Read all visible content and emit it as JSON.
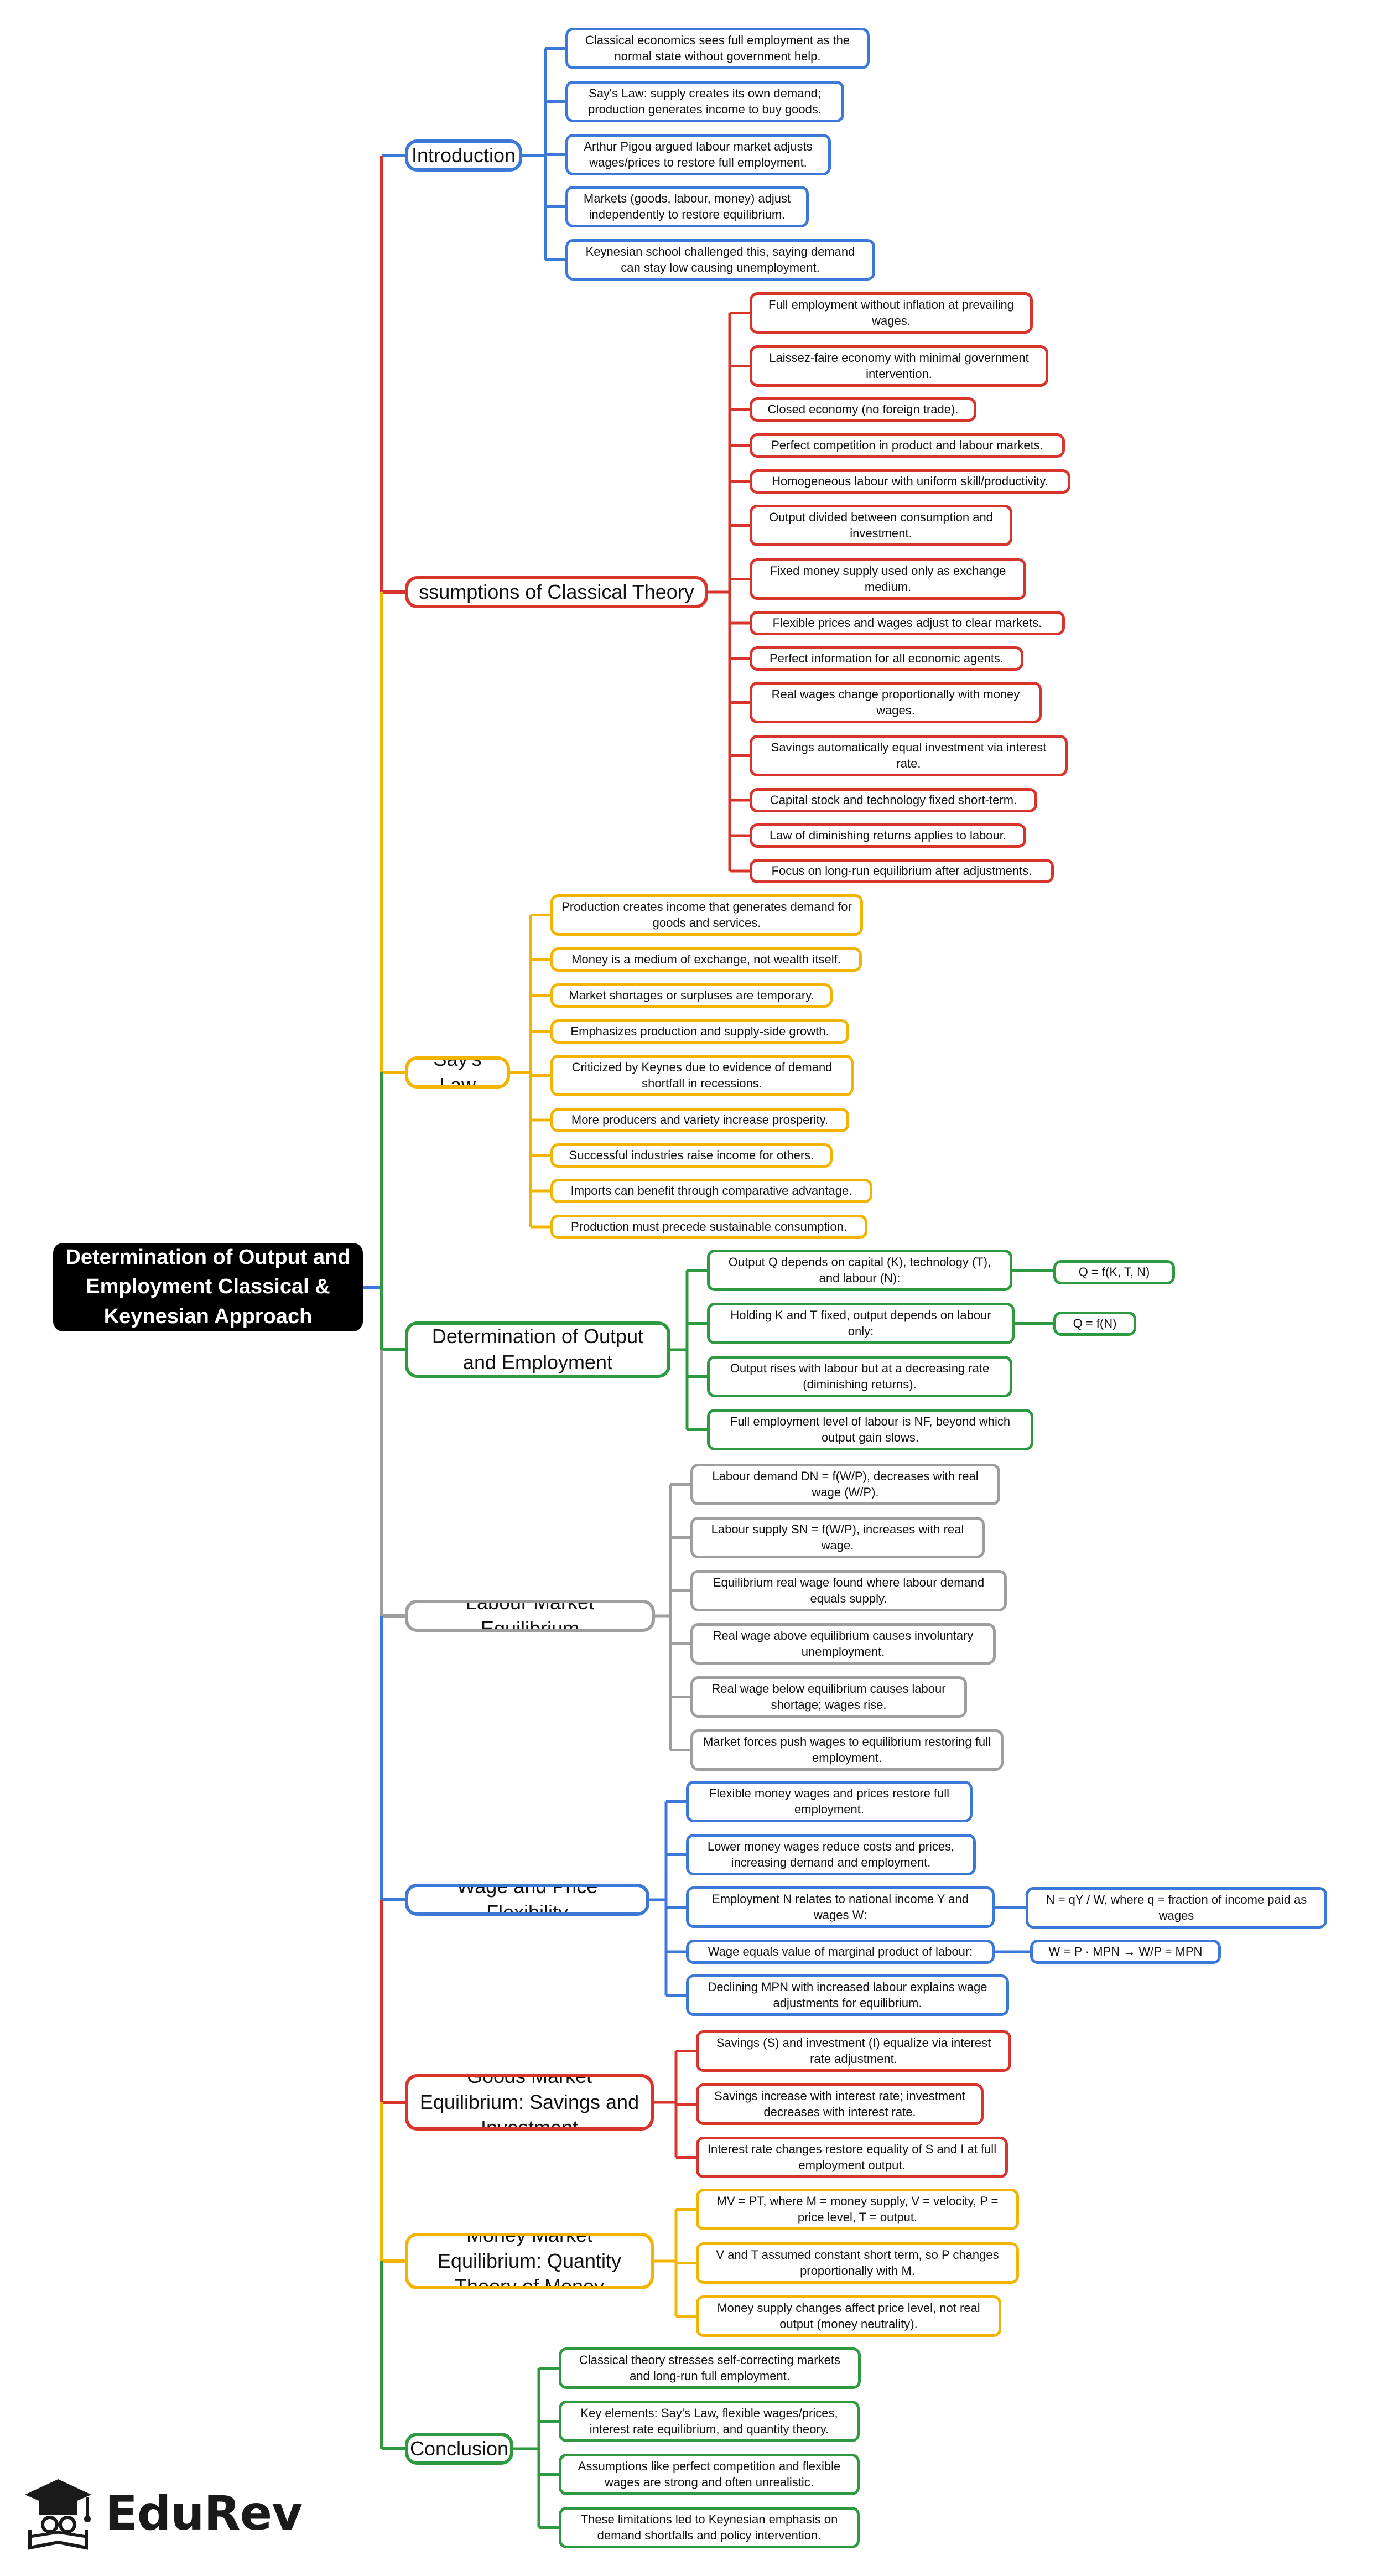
{
  "root": "Determination of Output and Employment Classical & Keynesian Approach",
  "branches": [
    {
      "label": "Introduction",
      "color": "#3b78d8",
      "leaves": [
        "Classical economics sees full employment as the normal state without government help.",
        "Say's Law: supply creates its own demand; production generates income to buy goods.",
        "Arthur Pigou argued labour market adjusts wages/prices to restore full employment.",
        "Markets (goods, labour, money) adjust independently to restore equilibrium.",
        "Keynesian school challenged this, saying demand can stay low causing unemployment."
      ]
    },
    {
      "label": "ssumptions of Classical Theory",
      "color": "#d9342b",
      "leaves": [
        "Full employment without inflation at prevailing wages.",
        "Laissez-faire economy with minimal government intervention.",
        "Closed economy (no foreign trade).",
        "Perfect competition in product and labour markets.",
        "Homogeneous labour with uniform skill/productivity.",
        "Output divided between consumption and investment.",
        "Fixed money supply used only as exchange medium.",
        "Flexible prices and wages adjust to clear markets.",
        "Perfect information for all economic agents.",
        "Real wages change proportionally with money wages.",
        "Savings automatically equal investment via interest rate.",
        "Capital stock and technology fixed short-term.",
        "Law of diminishing returns applies to labour.",
        "Focus on long-run equilibrium after adjustments."
      ]
    },
    {
      "label": "Say's Law",
      "color": "#f2b400",
      "leaves": [
        "Production creates income that generates demand for goods and services.",
        "Money is a medium of exchange, not wealth itself.",
        "Market shortages or surpluses are temporary.",
        "Emphasizes production and supply-side growth.",
        "Criticized by Keynes due to evidence of demand shortfall in recessions.",
        "More producers and variety increase prosperity.",
        "Successful industries raise income for others.",
        "Imports can benefit through comparative advantage.",
        "Production must precede sustainable consumption."
      ]
    },
    {
      "label": "Determination of Output and Employment",
      "color": "#2e9a3f",
      "leaves": [
        "Output Q depends on capital (K), technology (T), and labour (N):",
        "Holding K and T fixed, output depends on labour only:",
        "Output rises with labour but at a decreasing rate (diminishing returns).",
        "Full employment level of labour is NF, beyond which output gain slows."
      ],
      "sub": [
        "Q = f(K, T, N)",
        "Q = f(N)"
      ]
    },
    {
      "label": "Labour Market Equilibrium",
      "color": "#9e9e9e",
      "leaves": [
        "Labour demand DN = f(W/P), decreases with real wage (W/P).",
        "Labour supply SN = f(W/P), increases with real wage.",
        "Equilibrium real wage found where labour demand equals supply.",
        "Real wage above equilibrium causes involuntary unemployment.",
        "Real wage below equilibrium causes labour shortage; wages rise.",
        "Market forces push wages to equilibrium restoring full employment."
      ]
    },
    {
      "label": "Wage and Price Flexibility",
      "color": "#3b78d8",
      "leaves": [
        "Flexible money wages and prices restore full employment.",
        "Lower money wages reduce costs and prices, increasing demand and employment.",
        "Employment N relates to national income Y and wages W:",
        "Wage equals value of marginal product of labour:",
        "Declining MPN with increased labour explains wage adjustments for equilibrium."
      ],
      "sub": [
        "N = qY / W, where q = fraction of income paid as wages",
        "W = P · MPN → W/P = MPN"
      ]
    },
    {
      "label": "Goods Market Equilibrium: Savings and Investment",
      "color": "#d9342b",
      "leaves": [
        "Savings (S) and investment (I) equalize via interest rate adjustment.",
        "Savings increase with interest rate; investment decreases with interest rate.",
        "Interest rate changes restore equality of S and I at full employment output."
      ]
    },
    {
      "label": "Money Market Equilibrium: Quantity Theory of Money",
      "color": "#f2b400",
      "leaves": [
        "MV = PT, where M = money supply, V = velocity, P = price level, T = output.",
        "V and T assumed constant short term, so P changes proportionally with M.",
        "Money supply changes affect price level, not real output (money neutrality)."
      ]
    },
    {
      "label": "Conclusion",
      "color": "#2e9a3f",
      "leaves": [
        "Classical theory stresses self-correcting markets and long-run full employment.",
        "Key elements: Say's Law, flexible wages/prices, interest rate equilibrium, and quantity theory.",
        "Assumptions like perfect competition and flexible wages are strong and often unrealistic.",
        "These limitations led to Keynesian emphasis on demand shortfalls and policy intervention."
      ]
    }
  ],
  "logo": {
    "text": "EduRev",
    "icon": "graduation-cap-reader-icon"
  }
}
